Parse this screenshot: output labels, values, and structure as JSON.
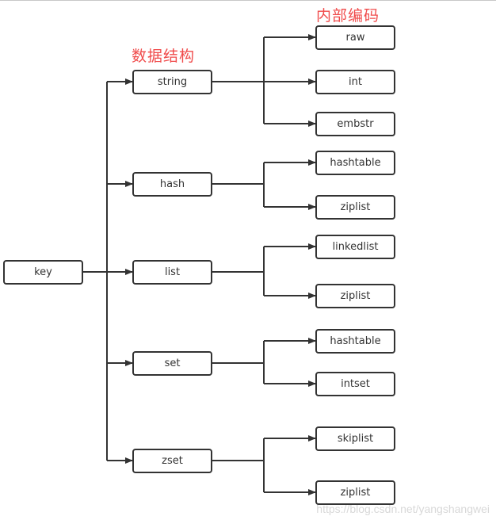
{
  "headings": {
    "data_structure": "数据结构",
    "internal_encoding": "内部编码"
  },
  "root": {
    "label": "key"
  },
  "types": [
    {
      "label": "string",
      "encodings": [
        "raw",
        "int",
        "embstr"
      ]
    },
    {
      "label": "hash",
      "encodings": [
        "hashtable",
        "ziplist"
      ]
    },
    {
      "label": "list",
      "encodings": [
        "linkedlist",
        "ziplist"
      ]
    },
    {
      "label": "set",
      "encodings": [
        "hashtable",
        "intset"
      ]
    },
    {
      "label": "zset",
      "encodings": [
        "skiplist",
        "ziplist"
      ]
    }
  ],
  "watermark": "https://blog.csdn.net/yangshangwei",
  "colors": {
    "line": "#333333",
    "heading": "#f04b4b"
  }
}
